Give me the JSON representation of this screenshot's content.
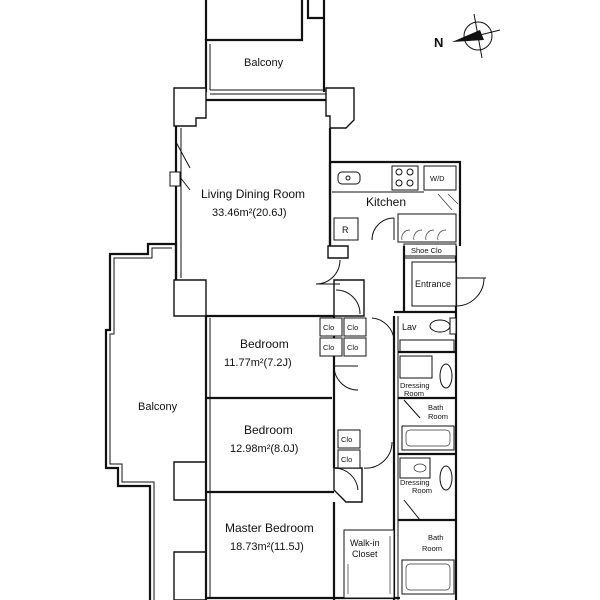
{
  "compass": {
    "north": "N"
  },
  "rooms": {
    "balcony_top": {
      "name": "Balcony"
    },
    "living": {
      "name": "Living Dining Room",
      "area": "33.46m²(20.6J)"
    },
    "kitchen": {
      "name": "Kitchen"
    },
    "bedroom1": {
      "name": "Bedroom",
      "area": "11.77m²(7.2J)"
    },
    "bedroom2": {
      "name": "Bedroom",
      "area": "12.98m²(8.0J)"
    },
    "master": {
      "name": "Master Bedroom",
      "area": "18.73m²(11.5J)"
    },
    "balcony_side": {
      "name": "Balcony"
    },
    "entrance": {
      "name": "Entrance"
    },
    "lav": {
      "name": "Lav"
    },
    "dressing1": {
      "line1": "Dressing",
      "line2": "Room"
    },
    "bath1": {
      "line1": "Bath",
      "line2": "Room"
    },
    "dressing2": {
      "line1": "Dressing",
      "line2": "Room"
    },
    "bath2": {
      "line1": "Bath",
      "line2": "Room"
    },
    "walkin": {
      "line1": "Walk-in",
      "line2": "Closet"
    }
  },
  "fixtures": {
    "wd": "W/D",
    "fridge": "R",
    "shoe": "Shoe Clo",
    "clo": "Clo"
  }
}
